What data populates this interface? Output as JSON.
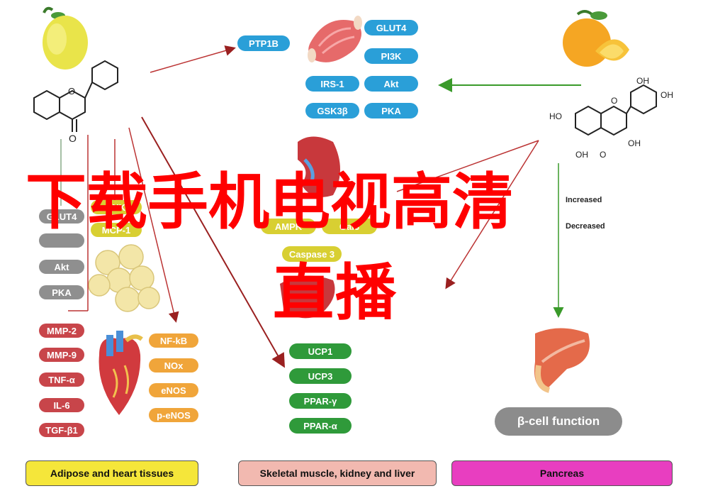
{
  "top_blue_markers": [
    "PTP1B",
    "GLUT4",
    "PI3K",
    "IRS-1",
    "Akt",
    "GSK3β",
    "PKA"
  ],
  "left_gray_markers": [
    "GLUT4",
    "",
    "Akt",
    "PKA"
  ],
  "left_yellow_markers": [
    "JNK",
    "MCP-1"
  ],
  "left_red_markers": [
    "MMP-2",
    "MMP-9",
    "TNF-α",
    "IL-6",
    "TGF-β1"
  ],
  "mid_orange_markers": [
    "NF-kB",
    "NOx",
    "eNOS",
    "p-eNOS"
  ],
  "center_markers": [
    "AMPK",
    "Gal3",
    "Caspase 3"
  ],
  "center_green_markers": [
    "UCP1",
    "UCP3",
    "PPAR-γ",
    "PPAR-α"
  ],
  "legend_side": {
    "increased": "Increased",
    "decreased": "Decreased"
  },
  "beta_cell": "β-cell function",
  "categories": [
    "Adipose and heart tissues",
    "Skeletal muscle, kidney and liver",
    "Pancreas"
  ],
  "colors": {
    "blue": "#2a9fd8",
    "gray": "#8f8f8f",
    "red": "#c8454a",
    "orange": "#f0a53a",
    "green": "#2f9a3a",
    "yellow": "#d8cf32",
    "cat_adipose": "#f5e63a",
    "cat_muscle": "#f2b9b0",
    "cat_pancreas": "#e83ec0",
    "overlay": "#ff0000"
  },
  "overlay": {
    "line1": "下载手机电视高清",
    "line2": "直播"
  },
  "icons": [
    "lemon-icon",
    "orange-fruit-icon",
    "muscle-icon",
    "kidney-icon",
    "heart-icon",
    "fat-cells-icon",
    "pancreas-icon",
    "liver-icon"
  ]
}
